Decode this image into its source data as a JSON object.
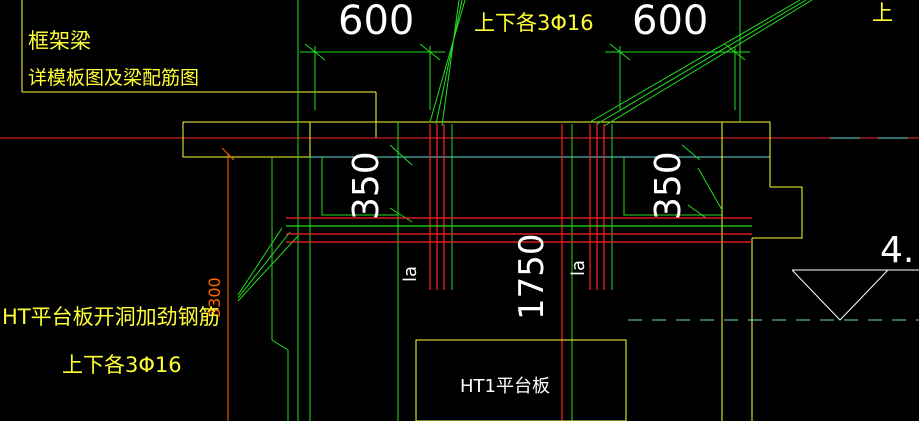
{
  "colors": {
    "background": "#000000",
    "yellow": "#ffff33",
    "white": "#ffffff",
    "green": "#22dd22",
    "red": "#ff2222",
    "cyan": "#66dddd",
    "orange": "#ff6600"
  },
  "labels": {
    "beam_title": "框架梁",
    "beam_note": "详模板图及梁配筋图",
    "rebar_top_mid": "上下各3Φ16",
    "rebar_top_right_partial": "上",
    "opening_rebar": "HT平台板开洞加劲钢筋",
    "opening_rebar_spec": "上下各3Φ16",
    "platform_label": "HT1平台板",
    "elevation_partial": "4."
  },
  "dimensions": {
    "top_left_600": "600",
    "top_right_600": "600",
    "left_350": "350",
    "right_350": "350",
    "height_3300": "3300",
    "height_1750": "1750",
    "la_left": "la",
    "la_right": "la"
  }
}
